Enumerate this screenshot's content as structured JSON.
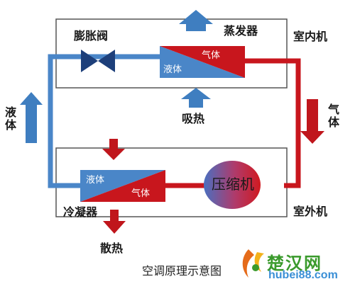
{
  "labels": {
    "expansion_valve": "膨胀阀",
    "evaporator": "蒸发器",
    "indoor_unit": "室内机",
    "outdoor_unit": "室外机",
    "liquid_side": "液体",
    "gas_side": "气体",
    "absorb_heat": "吸热",
    "release_heat": "散热",
    "compressor": "压缩机",
    "condenser": "冷凝器",
    "evap_liquid": "液体",
    "evap_gas": "气体",
    "cond_liquid": "液体",
    "cond_gas": "气体"
  },
  "caption": "空调原理示意图",
  "watermark": {
    "name": "楚汉网",
    "url": "hubei88.com"
  },
  "colors": {
    "cold": "#4a86c8",
    "hot": "#c8161d",
    "arrow_blue": "#3f7ec0",
    "arrow_red": "#c0161c",
    "box_border": "#555555"
  }
}
